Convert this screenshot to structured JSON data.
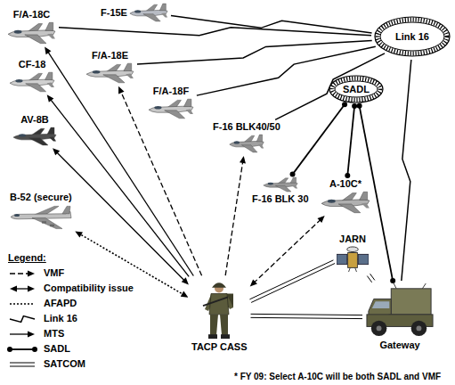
{
  "diagram": {
    "nodes": [
      {
        "text": [
          "F/A-18C"
        ]
      },
      {
        "text": [
          "F-15E"
        ]
      },
      {
        "text": [
          "Link 16"
        ]
      },
      {
        "text": [
          "CF-18"
        ]
      },
      {
        "text": [
          "F/A-18E"
        ]
      },
      {
        "text": [
          "F/A-18F"
        ]
      },
      {
        "text": [
          "SADL"
        ]
      },
      {
        "text": [
          "AV-8B"
        ]
      },
      {
        "text": [
          "F-16 BLK40/50"
        ]
      },
      {
        "text": [
          "F-16 BLK 30"
        ]
      },
      {
        "text": [
          "A-10C*"
        ]
      },
      {
        "text": [
          "JARN"
        ]
      },
      {
        "text": [
          "B-52 (secure)"
        ]
      },
      {
        "text": [
          "TACP CASS"
        ]
      },
      {
        "text": [
          "Gateway"
        ]
      }
    ],
    "edges": [
      {
        "from": 2,
        "to": 1,
        "arrow": "none"
      },
      {
        "from": 2,
        "to": 0,
        "arrow": "none"
      },
      {
        "from": 2,
        "to": 4,
        "arrow": "none"
      },
      {
        "from": 2,
        "to": 5,
        "arrow": "none"
      },
      {
        "from": 2,
        "to": 8,
        "arrow": "none"
      },
      {
        "from": 2,
        "to": 14,
        "arrow": "none"
      },
      {
        "from": 6,
        "to": 9,
        "arrow": "none"
      },
      {
        "from": 6,
        "to": 10,
        "arrow": "none"
      },
      {
        "from": 6,
        "to": 14,
        "arrow": "none"
      },
      {
        "from": 13,
        "to": 0,
        "arrow": "to"
      },
      {
        "from": 13,
        "to": 3,
        "arrow": "to"
      },
      {
        "from": 13,
        "to": 4,
        "arrow": "to"
      },
      {
        "from": 13,
        "to": 7,
        "arrow": "both"
      },
      {
        "from": 13,
        "to": 12,
        "arrow": "both"
      },
      {
        "from": 13,
        "to": 8,
        "arrow": "to"
      },
      {
        "from": 13,
        "to": 10,
        "arrow": "both"
      },
      {
        "from": 13,
        "to": 11,
        "arrow": "none"
      },
      {
        "from": 11,
        "to": 14,
        "arrow": "none"
      },
      {
        "from": 13,
        "to": 14,
        "arrow": "none"
      }
    ],
    "labels": [
      "Legend:",
      "* FY 09: Select A-10C will be both SADL and VMF"
    ],
    "legend": [
      {
        "text": "VMF"
      },
      {
        "text": "Compatibility issue"
      },
      {
        "text": "AFAPD"
      },
      {
        "text": "Link 16"
      },
      {
        "text": "MTS"
      },
      {
        "text": "SADL"
      },
      {
        "text": "SATCOM"
      }
    ]
  }
}
